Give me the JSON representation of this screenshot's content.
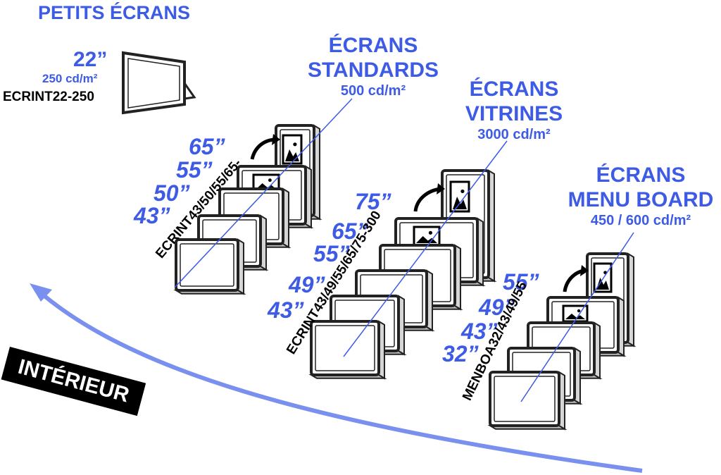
{
  "petits": {
    "title": "PETITS ÉCRANS",
    "size": "22”",
    "brightness": "250 cd/m²",
    "model": "ECRINT22-250"
  },
  "standards": {
    "title_line1": "ÉCRANS",
    "title_line2": "STANDARDS",
    "brightness": "500 cd/m²",
    "sizes": [
      "65”",
      "55”",
      "50”",
      "43”"
    ],
    "model": "ECRINT43/50/55/65-"
  },
  "vitrines": {
    "title_line1": "ÉCRANS",
    "title_line2": "VITRINES",
    "brightness": "3000 cd/m²",
    "sizes": [
      "75”",
      "65”",
      "55”",
      "49”",
      "43”"
    ],
    "model": "ECRINT43/49/55/65/75-300"
  },
  "menuboard": {
    "title_line1": "ÉCRANS",
    "title_line2": "MENU BOARD",
    "brightness": "450 / 600 cd/m²",
    "sizes": [
      "55”",
      "49”",
      "43”",
      "32”"
    ],
    "model": "MENBOA32/43/49/55"
  },
  "interieur": "INTÉRIEUR",
  "colors": {
    "accent": "#3d5be4",
    "arrow": "#7a90ee",
    "frame": "#222222"
  }
}
